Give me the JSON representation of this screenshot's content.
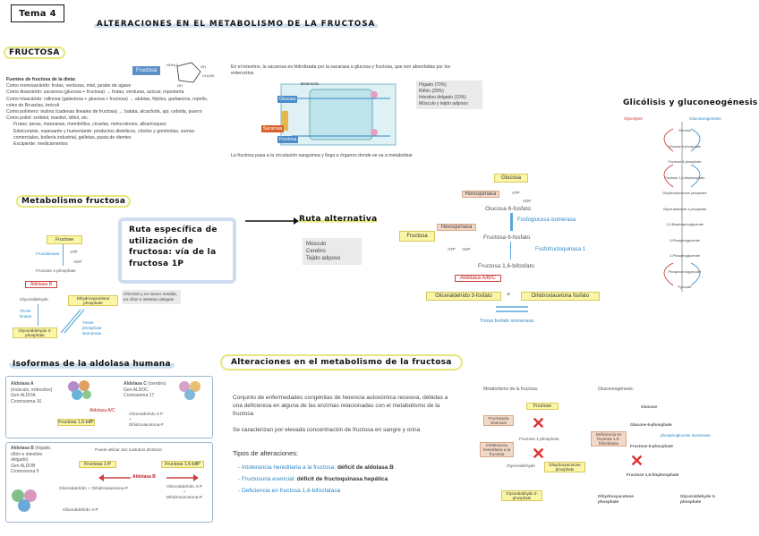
{
  "header": {
    "tema": "Tema 4",
    "title": "ALTERACIONES EN EL METABOLISMO DE LA FRUCTOSA"
  },
  "fructosa": {
    "heading": "FRUCTOSA",
    "badge": "Fructosa",
    "sources_title": "Fuentes de fructosa de la dieta:",
    "sources": [
      "Como monosacárido: frutas, verduras, miel, jarabe de agave",
      "Como disacárido: sacarosa (glucosa + fructosa) → frutas, verduras, azúcar, repostería",
      "Como trisacárido: rafinosa (galactosa + glucosa + fructosa) → alubias, frijoles, garbanzos, repollo, coles de Bruselas, brócoli",
      "Como polímero: inulina (cadenas lineales de fructosa) → batata, alcachofa, ajo, cebolla, puerro",
      "Como poliol: sorbitol, manitol, xilitol, etc.",
      "Frutas: peras, manzanas, membrillos, ciruelas, melocotones, albaricoques",
      "Edulcorante, espesante y humectante: productos dietéticos, chicles y gominolas, zumos comerciales, bollería industrial, galletas, pasta de dientes",
      "Excipiente: medicamentos"
    ],
    "intestine_text": "En el intestino, la sacarosa es hidrolizada por la sacarasa a glucosa y fructosa, que son absorbidas por los enterocitos",
    "enterocyte_labels": [
      "Enterocito",
      "Glucosa",
      "Sacarosa",
      "Fructosa"
    ],
    "organs": [
      "Hígado (70%)",
      "Riñón (20%)",
      "Intestino delgado (10%)",
      "Músculo y tejido adiposo"
    ],
    "circulation_text": "La fructosa pasa a la circulación sanguínea y llega a órganos donde se va a metabolizar"
  },
  "metabolismo": {
    "heading": "Metabolismo fructosa",
    "nodes": {
      "fructosa": "Fructose",
      "fructokinase": "Fructokinase",
      "atp": "ATP",
      "adp": "ADP",
      "f1p": "Fructose 1-phosphate",
      "aldolasa_b": "Aldolasa B",
      "glyceraldehyde": "Glyceraldehyde",
      "dhap": "Dihydroxyacetone phosphate",
      "triose_kinase": "Triose kinase",
      "g3p": "Glyceraldehyde 3-phosphate",
      "triose_isomerase": "Triose phosphate isomerase"
    },
    "higado_note": "HÍGADO y en menor medida, en riñón e intestino delgado",
    "ruta_card": "Ruta específica de utilización de fructosa: vía de la fructosa 1P",
    "ruta_alt_title": "Ruta alternativa",
    "ruta_alt_tissues": [
      "Músculo",
      "Cerebro",
      "Tejido adiposo"
    ],
    "alt_pathway": {
      "glucosa": "Glucosa",
      "hexoquinasa1": "Hexoquinasa",
      "atp": "ATP",
      "adp": "ADP",
      "g6p": "Glucosa 6-fosfato",
      "fosfoglucosa": "Fosfoglucosa isomerasa",
      "fructosa": "Fructosa",
      "hexoquinasa2": "Hexoquinasa",
      "f6p": "Fructosa 6-fosfato",
      "pfk": "Fosfofructoquinasa 1",
      "f16bp": "Fructosa 1,6-bifosfato",
      "aldolasa_abc": "Aldolasa A/B/C",
      "g3p": "Gliceraldehído 3-fosfato",
      "plus": "+",
      "dhap": "Dihidroxiacetona fosfato",
      "tpi": "Triosa fosfato isomerasa"
    }
  },
  "glicolisis": {
    "heading": "Glicólisis y gluconeogénesis",
    "left_title": "Glycolysis",
    "right_title": "Gluconeogenesis",
    "steps": [
      "Glucose",
      "Glucose 6-phosphate",
      "Fructose 6-phosphate",
      "Fructose 1,6-bisphosphate",
      "Dihydroxyacetone phosphate",
      "Glyceraldehyde 3-phosphate",
      "1,3-Bisphosphoglycerate",
      "3-Phosphoglycerate",
      "2-Phosphoglycerate",
      "Phosphoenolpyruvate",
      "Pyruvate"
    ]
  },
  "isoformas": {
    "heading": "Isoformas de la aldolasa humana",
    "a": {
      "title": "Aldolasa A",
      "detail": "(músculo, eritrocitos)",
      "gen": "Gen ALDOA",
      "crom": "Cromosoma 16"
    },
    "c": {
      "title": "Aldolasa C",
      "detail": "(cerebro)",
      "gen": "Gen ALDOC",
      "crom": "Cromosoma 17"
    },
    "ac_label": "Aldolasa A/C",
    "f16bp": "Fructosa 1,6-bifP",
    "ac_products": [
      "Gliceraldehído 3-P",
      "+",
      "Dihidroxiacetona-P"
    ],
    "b": {
      "title": "Aldolasa B",
      "detail": "(hígado, riñón e intestino delgado)",
      "gen": "Gen ALDOB",
      "crom": "Cromosoma 9"
    },
    "b_note": "Puede utilizar dos sustratos distintos:",
    "b_f1p": "Fructosa 1-P",
    "b_label": "Aldolasa B",
    "b_f16bp": "Fructosa 1,6-bifP",
    "b_left_products": [
      "Gliceraldehído",
      "+",
      "Dihidroxiacetona-P"
    ],
    "b_right_products": [
      "Gliceraldehído 3-P",
      "+",
      "Dihidroxiacetona-P"
    ],
    "b_bottom": "Gliceraldehído 3-P"
  },
  "alteraciones": {
    "heading": "Alteraciones en el metabolismo de la fructosa",
    "intro": "Conjunto de enfermedades congénitas de herencia autosómica recesiva, debidas a una deficiencia en alguna de las enzimas relacionadas con el metabolismo de la fructosa",
    "elevada": "Se caracterizan por elevada concentración de fructosa en sangre y orina",
    "tipos_title": "Tipos de alteraciones:",
    "tipos": [
      {
        "name": "Intolerancia hereditaria a la fructosa:",
        "detail": "déficit de aldolasa B"
      },
      {
        "name": "Fructosuria esencial:",
        "detail": "déficit de fructoquinasa hepática"
      },
      {
        "name": "Deficiencia en fructosa 1,6-bifosfatasa",
        "detail": ""
      }
    ],
    "diag_left_title": "Metabolismo de la fructosa:",
    "diag_right_title": "Gluconeogénesis:",
    "fructosuria": "Fructosuria Esencial",
    "intolerancia": "Intolerancia hereditaria a la fructosa",
    "deficiencia": "Deficiencia en fructosa 1,6-bifosfatasa",
    "fructose": "Fructose",
    "f1p": "Fructose 1-phosphate",
    "glyceraldehyde": "Glyceraldehyde",
    "dhap": "Dihydroxyacetone phosphate",
    "g3p": "Glyceraldehyde 3-phosphate",
    "gluco": {
      "glucose": "Glucose",
      "g6p": "Glucose 6-phosphate",
      "pgi": "phosphoglucose isomerase",
      "f6p": "Fructose 6-phosphate",
      "f16bp": "Fructose 1,6-bisphosphate",
      "dhap": "Dihydroxyacetone phosphate",
      "g3p": "Glyceraldehyde 3-phosphate"
    }
  }
}
